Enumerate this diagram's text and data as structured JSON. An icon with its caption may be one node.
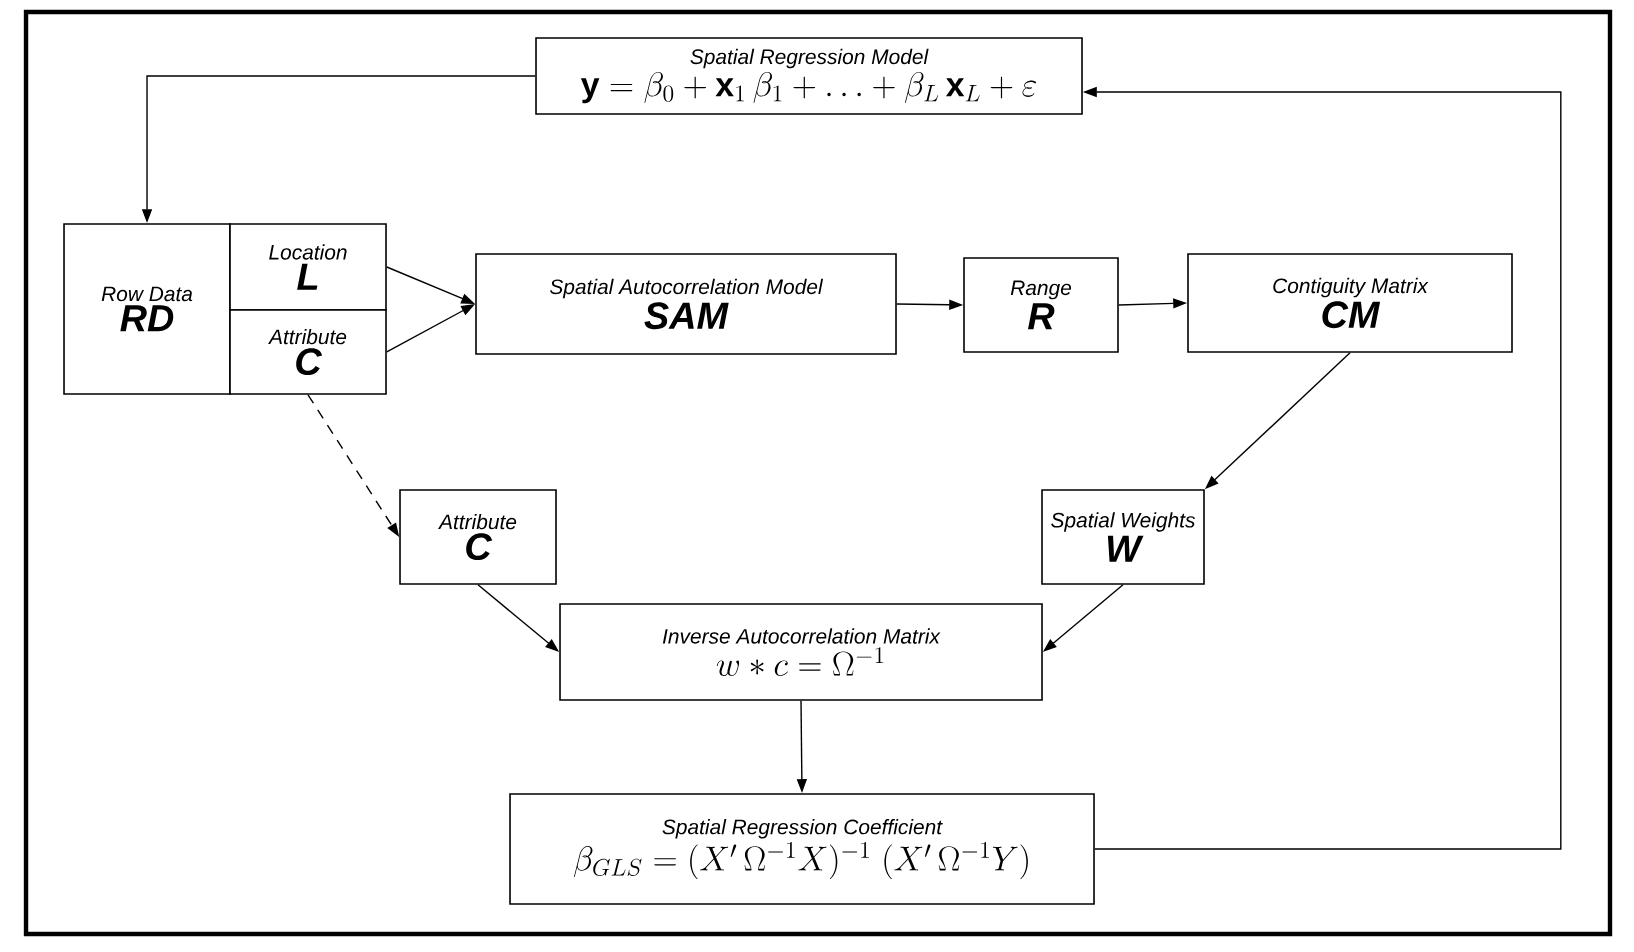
{
  "diagram": {
    "nodes": [
      {
        "text": [
          "Spatial Regression Model",
          "\\mathbf{y}=\\beta_{0}+\\mathbf{x}_{1}\\,\\beta_{1}+\\mathbf{\\ldots}+\\beta_{L}\\,\\mathbf{x}_{L}+\\varepsilon"
        ]
      },
      {
        "text": [
          "Row Data",
          "RD"
        ]
      },
      {
        "text": [
          "Location",
          "L"
        ]
      },
      {
        "text": [
          "Attribute",
          "C"
        ]
      },
      {
        "text": [
          "Spatial Autocorrelation Model",
          "SAM"
        ]
      },
      {
        "text": [
          "Range",
          "R"
        ]
      },
      {
        "text": [
          "Contiguity Matrix",
          "CM"
        ]
      },
      {
        "text": [
          "Attribute",
          "C"
        ]
      },
      {
        "text": [
          "Spatial Weights",
          "W"
        ]
      },
      {
        "text": [
          "Inverse Autocorrelation Matrix",
          "w * c = \\Omega^{-1}"
        ]
      },
      {
        "text": [
          "Spatial Regression Coefficient",
          "\\beta_{GLS} = (X'\\,\\Omega^{-1} X)^{-1}\\;(X'\\,\\Omega^{-1} Y)"
        ]
      }
    ],
    "edges": [
      {
        "from": 0,
        "to": 1,
        "arrow": "to"
      },
      {
        "from": 2,
        "to": 4,
        "arrow": "to"
      },
      {
        "from": 3,
        "to": 4,
        "arrow": "to"
      },
      {
        "from": 4,
        "to": 5,
        "arrow": "to"
      },
      {
        "from": 5,
        "to": 6,
        "arrow": "to"
      },
      {
        "from": 6,
        "to": 8,
        "arrow": "to"
      },
      {
        "from": 3,
        "to": 7,
        "arrow": "to",
        "style": "dashed"
      },
      {
        "from": 7,
        "to": 9,
        "arrow": "to"
      },
      {
        "from": 8,
        "to": 9,
        "arrow": "to"
      },
      {
        "from": 9,
        "to": 10,
        "arrow": "to"
      },
      {
        "from": 10,
        "to": 0,
        "arrow": "to"
      }
    ]
  }
}
